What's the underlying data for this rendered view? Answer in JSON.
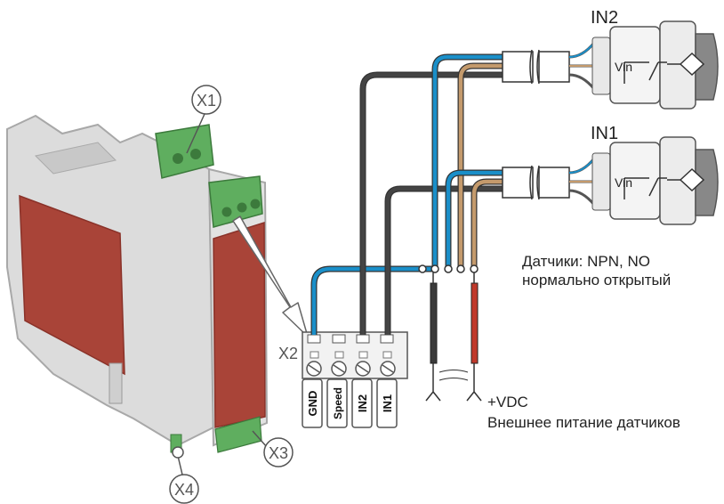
{
  "callouts": {
    "x1": "X1",
    "x2": "X2",
    "x3": "X3",
    "x4": "X4"
  },
  "terminals": [
    "GND",
    "Speed",
    "IN2",
    "IN1"
  ],
  "sensors": {
    "in2": {
      "title": "IN2",
      "vin_label": "Vin"
    },
    "in1": {
      "title": "IN1",
      "vin_label": "Vin"
    }
  },
  "notes": {
    "sensor_type_line1": "Датчики: NPN, NO",
    "sensor_type_line2": "нормально открытый",
    "power_line1": "+VDC",
    "power_line2": "Внешнее питание датчиков"
  },
  "colors": {
    "wire_blue": "#1a8fc9",
    "wire_brown": "#c49a6c",
    "wire_black": "#3a3a3a",
    "wire_red": "#c0392b",
    "housing": "#d6d6d6",
    "panel": "#a63e34",
    "connector": "#5fae5f"
  }
}
